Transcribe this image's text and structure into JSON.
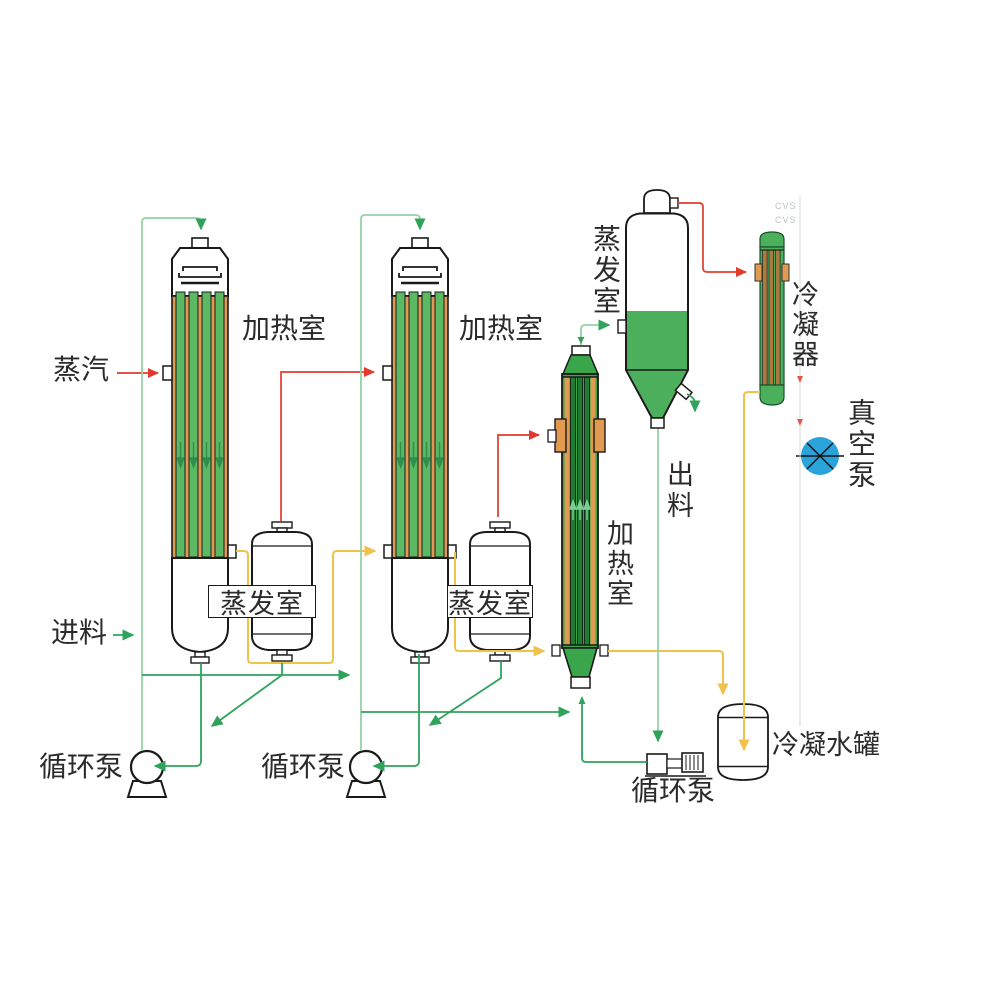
{
  "diagram": {
    "labels": {
      "steam": "蒸汽",
      "feed": "进料",
      "heating_chamber": "加热室",
      "evaporation_chamber": "蒸发室",
      "circulation_pump": "循环泵",
      "discharge": "出料",
      "condenser": "冷凝器",
      "vacuum_pump": "真空泵",
      "condensate_tank": "冷凝水罐",
      "watermark": "CVS"
    },
    "colors": {
      "pipe-red": "#e23b2e",
      "pipe-yellow": "#f0c24b",
      "pipe-green": "#2fa35c",
      "pipe-green-light": "#95d2a6",
      "tube-arrow-green": "#2c8f4e",
      "tube-orange": "#e09b50",
      "tube-green": "#5bb964",
      "col3-green": "#3aa64c",
      "col3-tube": "#1e7c33",
      "sep-green": "#4caf5c",
      "cond-tube": "#aa7b40",
      "pump-blue": "#2aa2da",
      "outline": "#1a1a1a",
      "text": "#2b2b2b",
      "faint-line": "#d4ddd2"
    }
  }
}
